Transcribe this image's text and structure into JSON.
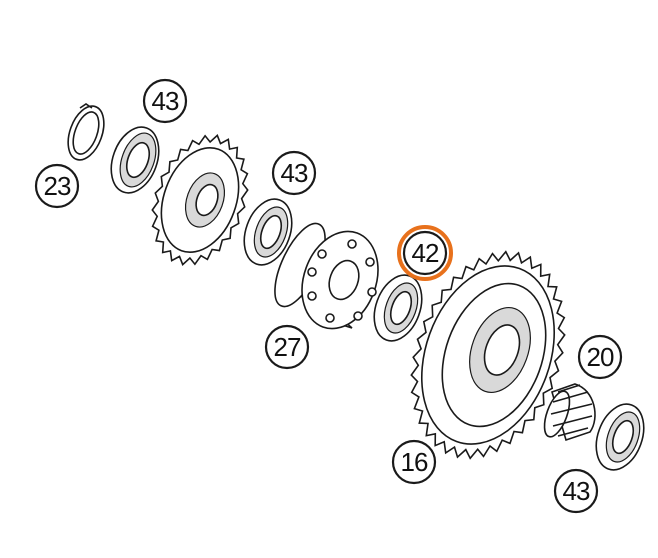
{
  "callouts": [
    {
      "id": "label-43-a",
      "number": "43"
    },
    {
      "id": "label-23",
      "number": "23"
    },
    {
      "id": "label-43-b",
      "number": "43"
    },
    {
      "id": "label-42",
      "number": "42",
      "highlighted": true
    },
    {
      "id": "label-27",
      "number": "27"
    },
    {
      "id": "label-20",
      "number": "20"
    },
    {
      "id": "label-16",
      "number": "16"
    },
    {
      "id": "label-43-c",
      "number": "43"
    }
  ],
  "colors": {
    "highlight": "#e8711c",
    "line": "#1a1a1a",
    "background": "#ffffff"
  }
}
